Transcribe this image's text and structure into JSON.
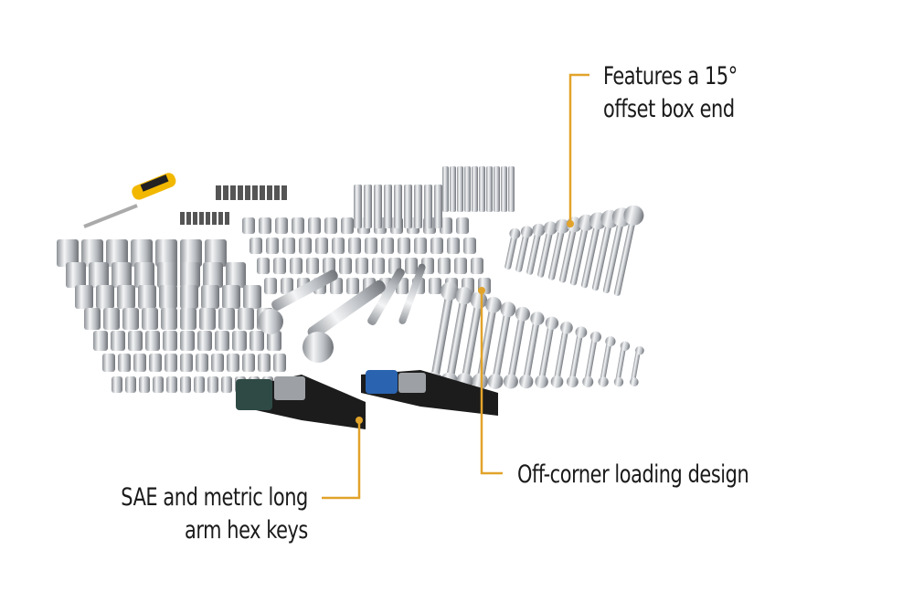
{
  "callouts": {
    "offset_box_end": [
      "Features a 15°",
      "offset box end"
    ],
    "off_corner": "Off-corner loading design",
    "hex_keys": [
      "SAE and metric long",
      "arm hex keys"
    ]
  },
  "colors": {
    "callout_line": "#e2a32a",
    "text": "#1a1a1a",
    "chrome": "#c9ccd0",
    "screwdriver_handle": "#f2b800",
    "hex_key_holder_green": "#2f4a44",
    "hex_key_holder_blue": "#2a63b0"
  }
}
